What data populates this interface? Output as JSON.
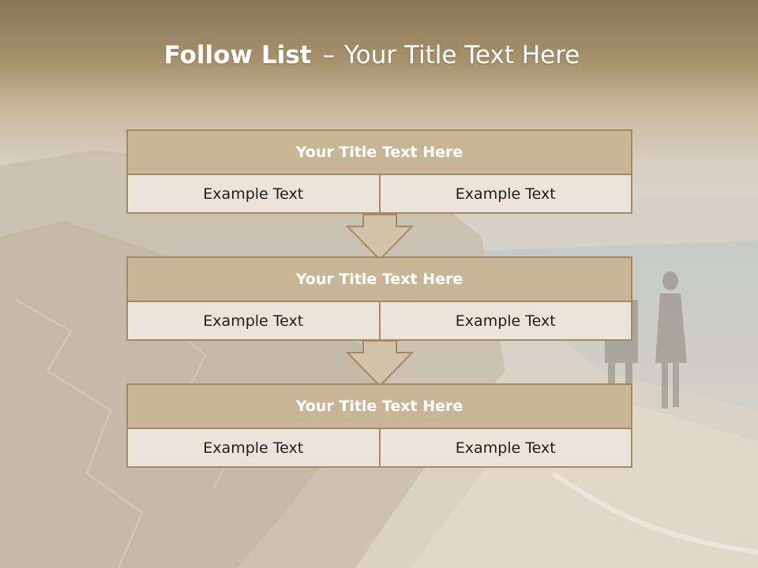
{
  "title": {
    "bold": "Follow List",
    "dash": "–",
    "rest": "Your Title Text Here"
  },
  "steps": [
    {
      "heading": "Your Title Text Here",
      "left": "Example Text",
      "right": "Example Text"
    },
    {
      "heading": "Your Title Text Here",
      "left": "Example Text",
      "right": "Example Text"
    },
    {
      "heading": "Your Title Text Here",
      "left": "Example Text",
      "right": "Example Text"
    }
  ],
  "colors": {
    "accent_border": "#a48a60",
    "header_fill": "#c8b696",
    "cell_fill": "#ece4da",
    "top_band": "#8d7b5b"
  }
}
